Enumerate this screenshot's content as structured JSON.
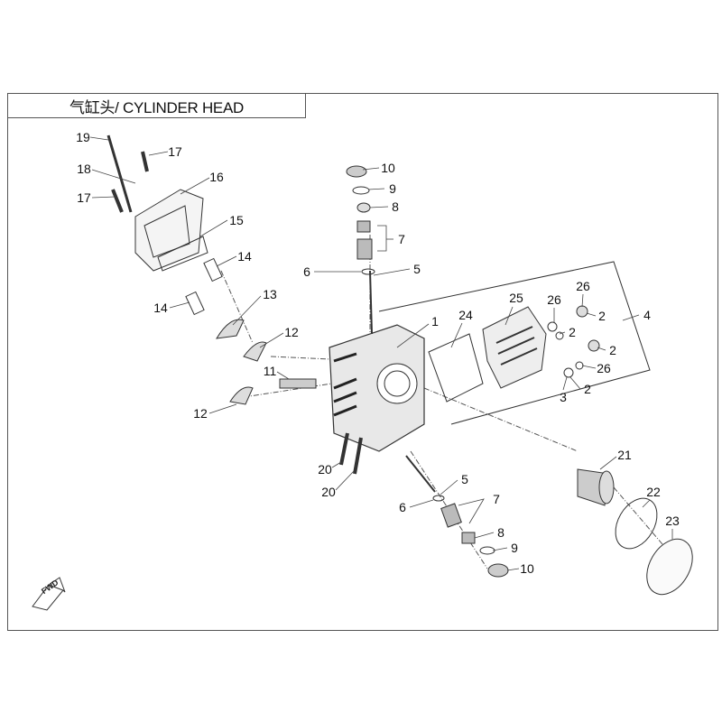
{
  "title": "气缸头/ CYLINDER HEAD",
  "fwd_icon_label": "FWD",
  "callouts": [
    "19",
    "17",
    "18",
    "17",
    "16",
    "15",
    "14",
    "14",
    "13",
    "12",
    "11",
    "12",
    "10",
    "9",
    "8",
    "7",
    "6",
    "5",
    "1",
    "24",
    "25",
    "26",
    "26",
    "2",
    "2",
    "4",
    "2",
    "26",
    "2",
    "3",
    "21",
    "22",
    "23",
    "20",
    "20",
    "5",
    "6",
    "7",
    "8",
    "9",
    "10"
  ]
}
